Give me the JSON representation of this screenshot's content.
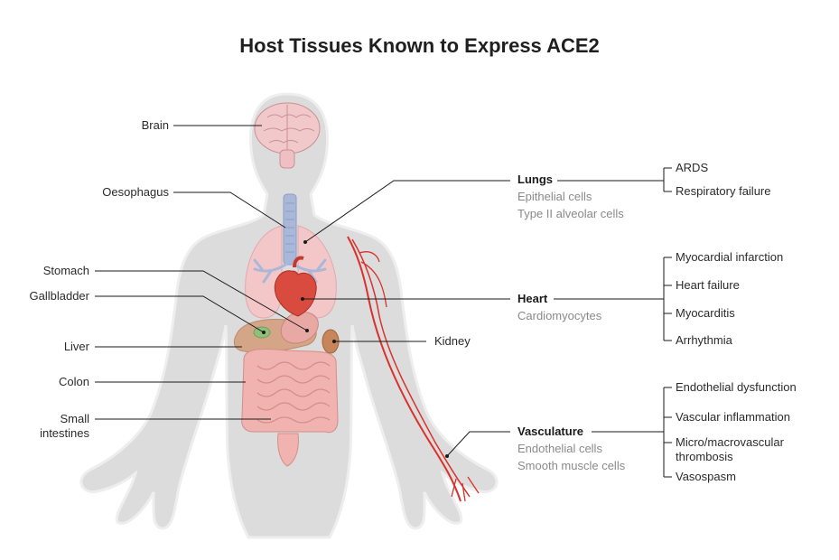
{
  "title": "Host Tissues Known to Express ACE2",
  "left_labels": {
    "brain": "Brain",
    "oesophagus": "Oesophagus",
    "stomach": "Stomach",
    "gallbladder": "Gallbladder",
    "liver": "Liver",
    "colon": "Colon",
    "small_intestines_1": "Small",
    "small_intestines_2": "intestines",
    "kidney": "Kidney"
  },
  "tissues": [
    {
      "name": "Lungs",
      "cells": [
        "Epithelial cells",
        "Type II alveolar cells"
      ],
      "effects": [
        "ARDS",
        "Respiratory failure"
      ]
    },
    {
      "name": "Heart",
      "cells": [
        "Cardiomyocytes"
      ],
      "effects": [
        "Myocardial infarction",
        "Heart failure",
        "Myocarditis",
        "Arrhythmia"
      ]
    },
    {
      "name": "Vasculature",
      "cells": [
        "Endothelial cells",
        "Smooth muscle cells"
      ],
      "effects": [
        "Endothelial dysfunction",
        "Vascular inflammation",
        "Micro/macrovascular",
        "thrombosis",
        "Vasospasm"
      ]
    }
  ],
  "colors": {
    "body": "#dcdcdc",
    "body_outline": "#ececec",
    "brain": "#f2c9cb",
    "lung": "#f3c6c8",
    "airway": "#a9b7d8",
    "heart": "#d94b3f",
    "liver": "#d4a07e",
    "intestine": "#f0b3b0",
    "vessel": "#d9312b",
    "line": "#1a1a1a"
  }
}
